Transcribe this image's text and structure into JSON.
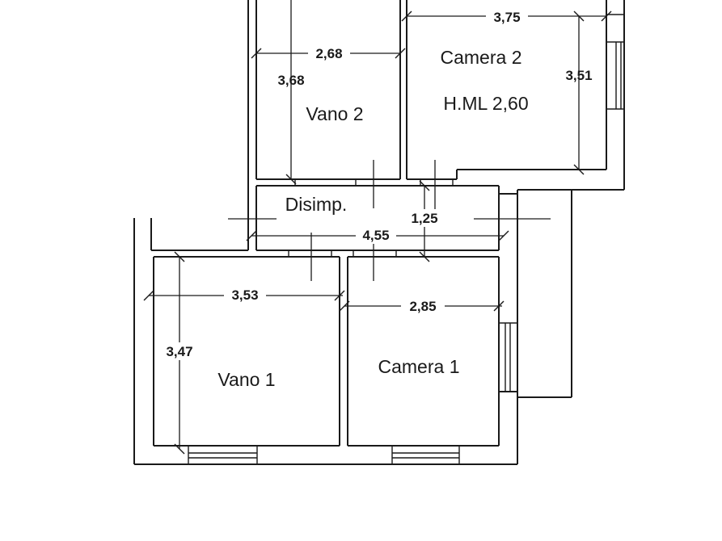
{
  "rooms": {
    "camera2": {
      "name": "Camera 2",
      "height_note": "H.ML 2,60"
    },
    "vano2": {
      "name": "Vano 2"
    },
    "disimp": {
      "name": "Disimp."
    },
    "vano1": {
      "name": "Vano 1"
    },
    "camera1": {
      "name": "Camera 1"
    }
  },
  "dimensions": {
    "vano2_width": "2,68",
    "vano2_depth": "3,68",
    "camera2_width": "3,75",
    "camera2_depth": "3,51",
    "disimp_width": "1,25",
    "disimp_length": "4,55",
    "vano1_width": "3,53",
    "vano1_depth": "3,47",
    "camera1_width": "2,85"
  }
}
